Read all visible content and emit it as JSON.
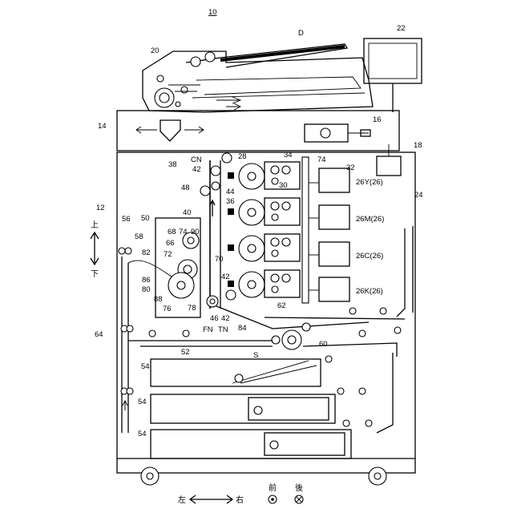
{
  "labels": {
    "l10": "10",
    "lD": "D",
    "l22": "22",
    "l20": "20",
    "l14": "14",
    "l16": "16",
    "l18": "18",
    "l12": "12",
    "l24": "24",
    "lCN": "CN",
    "l28": "28",
    "l34": "34",
    "l74a": "74",
    "l32": "32",
    "l38": "38",
    "l42a": "42",
    "l44": "44",
    "l30": "30",
    "l48": "48",
    "l36": "36",
    "l40": "40",
    "l26Y": "26Y(26)",
    "l26M": "26M(26)",
    "l26C": "26C(26)",
    "l26K": "26K(26)",
    "l56": "56",
    "l50": "50",
    "l58": "58",
    "l68": "68",
    "l74b": "74",
    "l90": "90",
    "l66": "66",
    "l82": "82",
    "l72": "72",
    "l70": "70",
    "l86": "86",
    "l80": "80",
    "l88": "88",
    "l76": "76",
    "l78": "78",
    "l46": "46",
    "l42b": "42",
    "l42c": "42",
    "lFN": "FN",
    "lTN": "TN",
    "l84": "84",
    "l62": "62",
    "l64": "64",
    "l60": "60",
    "l52": "52",
    "lS": "S",
    "l54a": "54",
    "l54b": "54",
    "l54c": "54"
  },
  "directions": {
    "up": "上",
    "down": "下",
    "left": "左",
    "right": "右",
    "front": "前",
    "back": "後"
  }
}
